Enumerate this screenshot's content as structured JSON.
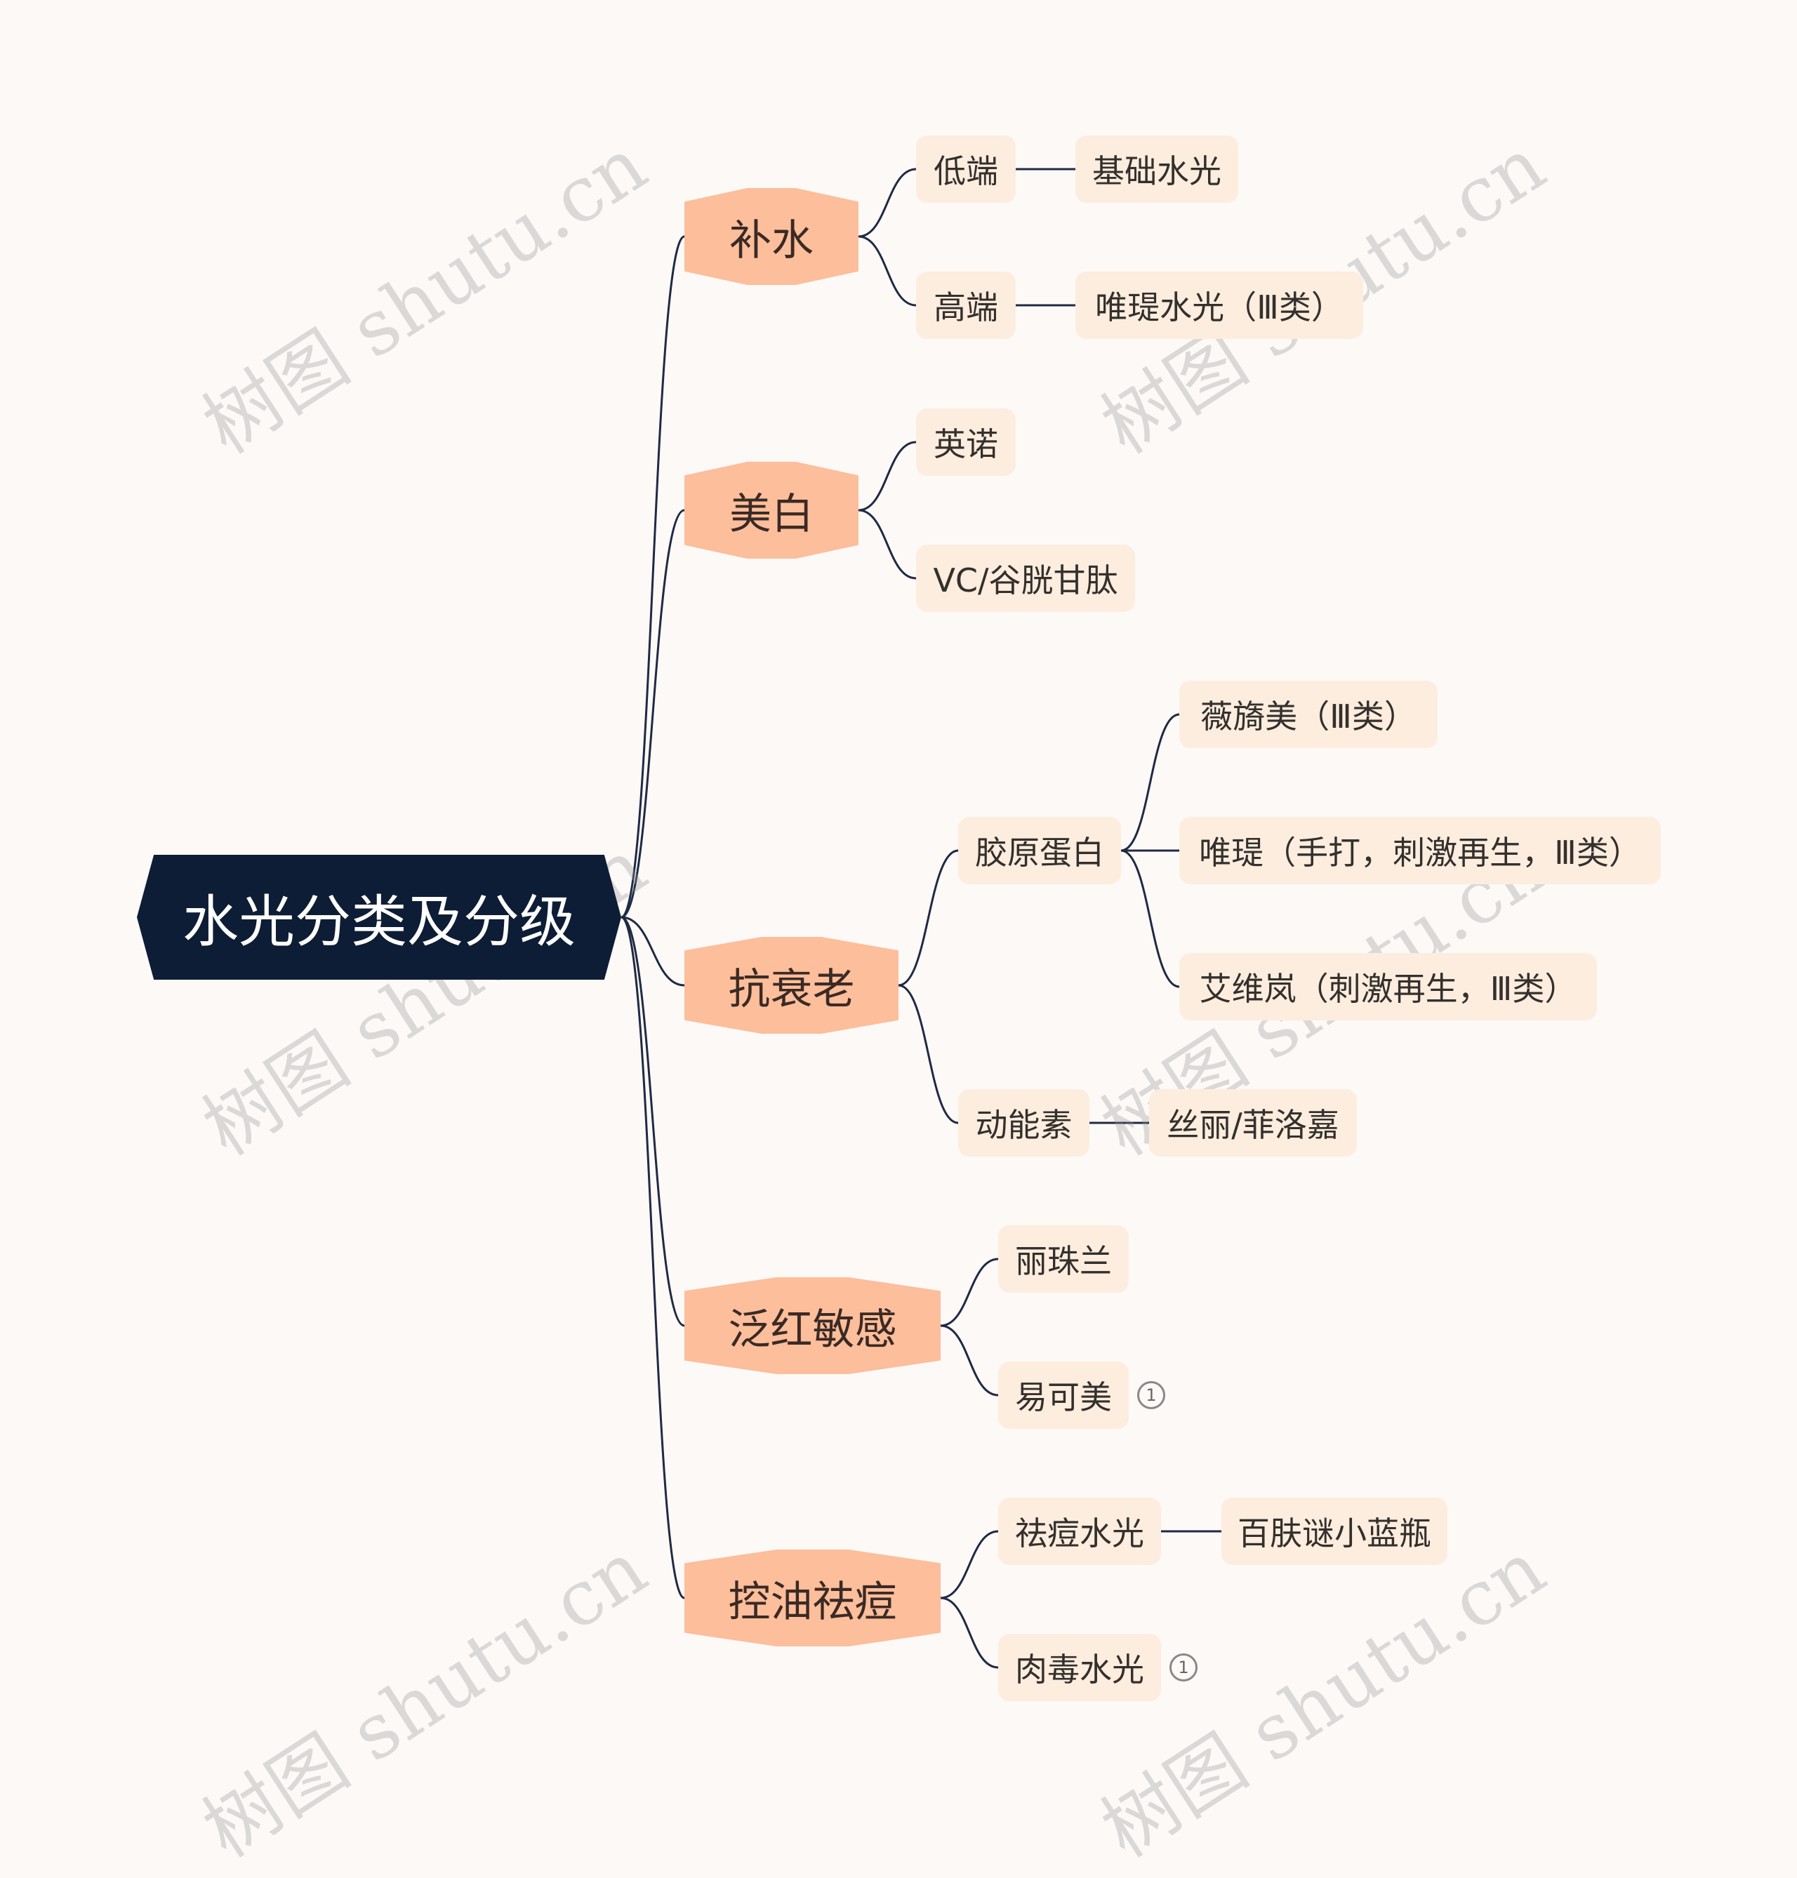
{
  "root": {
    "label": "水光分类及分级"
  },
  "branches": [
    {
      "label": "补水",
      "children": [
        {
          "label": "低端",
          "children": [
            {
              "label": "基础水光"
            }
          ]
        },
        {
          "label": "高端",
          "children": [
            {
              "label": "唯瑅水光（Ⅲ类）"
            }
          ]
        }
      ]
    },
    {
      "label": "美白",
      "children": [
        {
          "label": "英诺"
        },
        {
          "label": "VC/谷胱甘肽"
        }
      ]
    },
    {
      "label": "抗衰老",
      "children": [
        {
          "label": "胶原蛋白",
          "children": [
            {
              "label": "薇旖美（Ⅲ类）"
            },
            {
              "label": "唯瑅（手打，刺激再生，Ⅲ类）"
            },
            {
              "label": "艾维岚（刺激再生，Ⅲ类）"
            }
          ]
        },
        {
          "label": "动能素",
          "children": [
            {
              "label": "丝丽/菲洛嘉"
            }
          ]
        }
      ]
    },
    {
      "label": "泛红敏感",
      "children": [
        {
          "label": "丽珠兰"
        },
        {
          "label": "易可美",
          "note": "1"
        }
      ]
    },
    {
      "label": "控油祛痘",
      "children": [
        {
          "label": "祛痘水光",
          "children": [
            {
              "label": "百肤谜小蓝瓶"
            }
          ]
        },
        {
          "label": "肉毒水光",
          "note": "1"
        }
      ]
    }
  ],
  "watermark": "树图 shutu.cn",
  "colors": {
    "root": "#0e1d36",
    "branch": "#fcbe9b",
    "leaf": "#fdedde",
    "line": "#1f2a44",
    "background": "#fdf9f7"
  }
}
